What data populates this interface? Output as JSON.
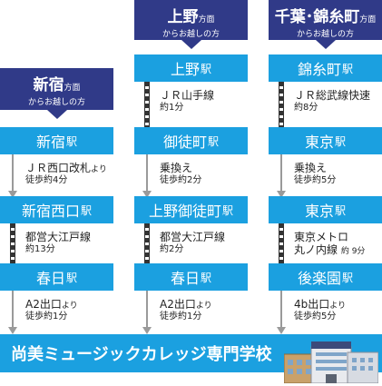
{
  "columns": [
    {
      "header": {
        "name": "新宿",
        "suffix": "方面",
        "sub": "からお越しの方"
      },
      "stations": [
        {
          "name": "新宿",
          "suffix": "駅"
        },
        {
          "name": "新宿西口",
          "suffix": "駅"
        },
        {
          "name": "春日",
          "suffix": "駅"
        }
      ],
      "segments": [
        {
          "type": "walk",
          "main": "ＪＲ西口改札",
          "main_small": "より",
          "sub": "徒歩約4分"
        },
        {
          "type": "train",
          "main": "都営大江戸線",
          "main_small": "",
          "sub": "約13分"
        },
        {
          "type": "walk",
          "main": "A2出口",
          "main_small": "より",
          "sub": "徒歩約1分"
        }
      ]
    },
    {
      "header": {
        "name": "上野",
        "suffix": "方面",
        "sub": "からお越しの方"
      },
      "stations": [
        {
          "name": "上野",
          "suffix": "駅"
        },
        {
          "name": "御徒町",
          "suffix": "駅"
        },
        {
          "name": "上野御徒町",
          "suffix": "駅"
        },
        {
          "name": "春日",
          "suffix": "駅"
        }
      ],
      "segments": [
        {
          "type": "train",
          "main": "ＪＲ山手線",
          "main_small": "",
          "sub": "約1分"
        },
        {
          "type": "walk",
          "main": "乗換え",
          "main_small": "",
          "sub": "徒歩約2分"
        },
        {
          "type": "train",
          "main": "都営大江戸線",
          "main_small": "",
          "sub": "約2分"
        },
        {
          "type": "walk",
          "main": "A2出口",
          "main_small": "より",
          "sub": "徒歩約1分"
        }
      ]
    },
    {
      "header": {
        "name": "千葉･錦糸町",
        "suffix": "方面",
        "sub": "からお越しの方"
      },
      "stations": [
        {
          "name": "錦糸町",
          "suffix": "駅"
        },
        {
          "name": "東京",
          "suffix": "駅"
        },
        {
          "name": "東京",
          "suffix": "駅"
        },
        {
          "name": "後楽園",
          "suffix": "駅"
        }
      ],
      "segments": [
        {
          "type": "train",
          "main": "ＪＲ総武線快速",
          "main_small": "",
          "sub": "約8分"
        },
        {
          "type": "walk",
          "main": "乗換え",
          "main_small": "",
          "sub": "徒歩約5分"
        },
        {
          "type": "train",
          "main": "東京メトロ",
          "main2": "丸ノ内線",
          "main2_small": "約 9分",
          "main_small": "",
          "sub": ""
        },
        {
          "type": "walk",
          "main": "4b出口",
          "main_small": "より",
          "sub": "徒歩約5分"
        }
      ]
    }
  ],
  "destination": "尚美ミュージックカレッジ専門学校",
  "colors": {
    "header": "#303a88",
    "station": "#1ba0e0",
    "track": "#333333",
    "walk": "#9a9a9a"
  },
  "icons": {
    "walk": "arrow-down-icon",
    "train": "rail-track-icon",
    "school": "school-building-icon"
  }
}
